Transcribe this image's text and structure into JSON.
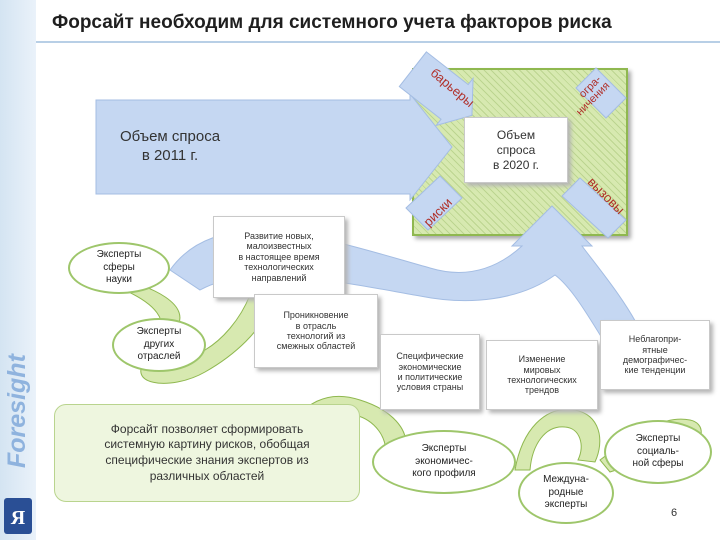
{
  "title": "Форсайт необходим для системного учета факторов риска",
  "sidebar": {
    "brand": "Foresight"
  },
  "demand_2011": [
    "Объем спроса",
    "в 2011 г."
  ],
  "demand_2020": [
    "Объем",
    "спроса",
    "в 2020 г."
  ],
  "factors": {
    "barriers": "барьеры",
    "constraints": [
      "огра-",
      "ничения"
    ],
    "risks": "риски",
    "challenges": "вызовы"
  },
  "experts": {
    "science": [
      "Эксперты",
      "сферы",
      "науки"
    ],
    "other_sectors": [
      "Эксперты",
      "других",
      "отраслей"
    ],
    "economic": [
      "Эксперты",
      "экономичес-",
      "кого профиля"
    ],
    "international": [
      "Междуна-",
      "родные",
      "эксперты"
    ],
    "social": [
      "Эксперты",
      "социаль-",
      "ной сферы"
    ]
  },
  "directions": {
    "new_tech": [
      "Развитие новых,",
      "малоизвестных",
      "в настоящее время",
      "технологических",
      "направлений"
    ],
    "penetration": [
      "Проникновение",
      "в отрасль",
      "технологий из",
      "смежных областей"
    ],
    "country_conditions": [
      "Специфические",
      "экономические",
      "и политические",
      "условия страны"
    ],
    "world_trends": [
      "Изменение",
      "мировых",
      "технологических",
      "трендов"
    ],
    "demography": [
      "Неблагопри-",
      "ятные",
      "демографичес-",
      "кие тенденции"
    ]
  },
  "summary": [
    "Форсайт позволяет сформировать",
    "системную картину рисков, обобщая",
    "специфические знания экспертов из",
    "различных областей"
  ],
  "page_number": "6",
  "colors": {
    "green_fill": "#d7e9b0",
    "green_border": "#8fb84f",
    "blue_arrow": "#c5d7f2",
    "blue_border": "#a4bde3",
    "brand": "#8fb3de"
  }
}
